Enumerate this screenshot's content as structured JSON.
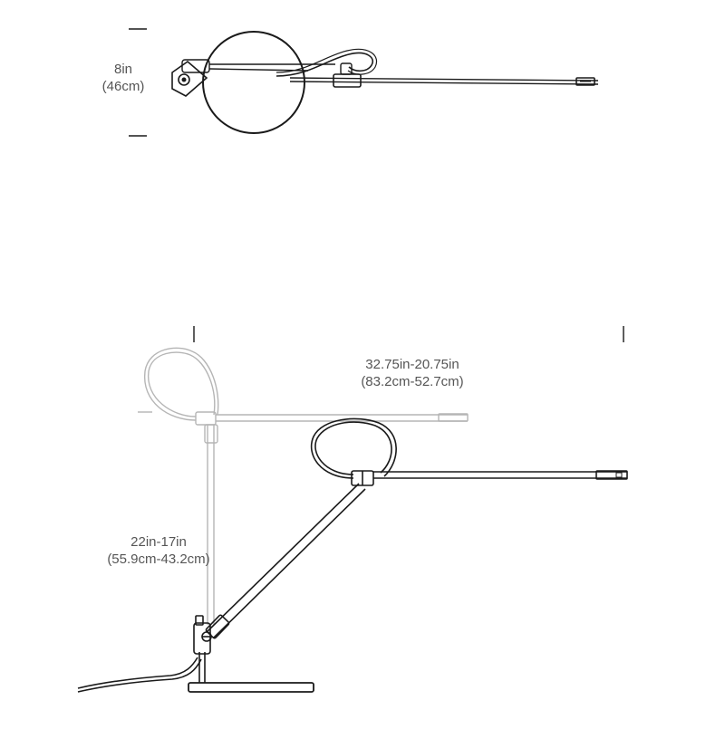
{
  "plan_view": {
    "height_dimension": {
      "imperial": "8in",
      "metric": "(46cm)"
    }
  },
  "elevation_view": {
    "reach_dimension": {
      "imperial": "32.75in-20.75in",
      "metric": "(83.2cm-52.7cm)"
    },
    "height_dimension": {
      "imperial": "22in-17in",
      "metric": "(55.9cm-43.2cm)"
    }
  },
  "colors": {
    "line": "#1a1a1a",
    "ghost_line": "#b5b5b5",
    "label": "#555555",
    "background": "#ffffff"
  }
}
